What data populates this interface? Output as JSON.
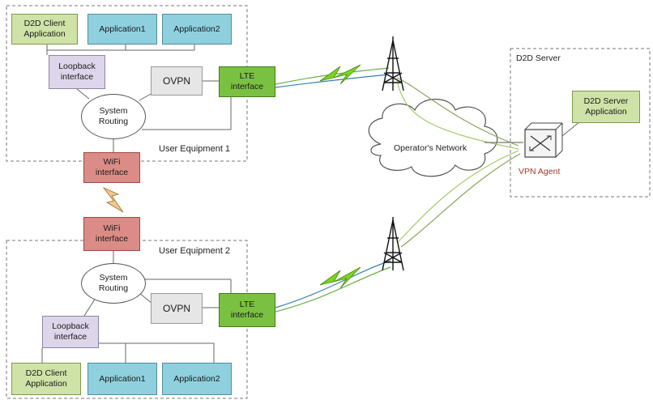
{
  "ue1": {
    "label": "User Equipment 1",
    "d2d_client": "D2D Client\nApplication",
    "app1": "Application1",
    "app2": "Application2",
    "loopback": "Loopback\ninterface",
    "ovpn": "OVPN",
    "lte": "LTE\ninterface",
    "routing": "System\nRouting",
    "wifi": "WiFi\ninterface"
  },
  "ue2": {
    "label": "User Equipment 2",
    "d2d_client": "D2D Client\nApplication",
    "app1": "Application1",
    "app2": "Application2",
    "loopback": "Loopback\ninterface",
    "ovpn": "OVPN",
    "lte": "LTE\ninterface",
    "routing": "System\nRouting",
    "wifi": "WiFi\ninterface"
  },
  "network": {
    "label": "Operator's Network"
  },
  "server": {
    "label": "D2D Server",
    "app": "D2D Server\nApplication",
    "vpn_agent": "VPN Agent"
  },
  "colors": {
    "lte": "#7ac142",
    "wifi": "#dc8c86",
    "application": "#8fd0df",
    "client": "#cfe3a8",
    "loopback": "#ddd6ea",
    "lightning_green": "#7ed321",
    "lightning_wifi": "#f3c98a",
    "vpn_agent_text": "#a0392b"
  }
}
